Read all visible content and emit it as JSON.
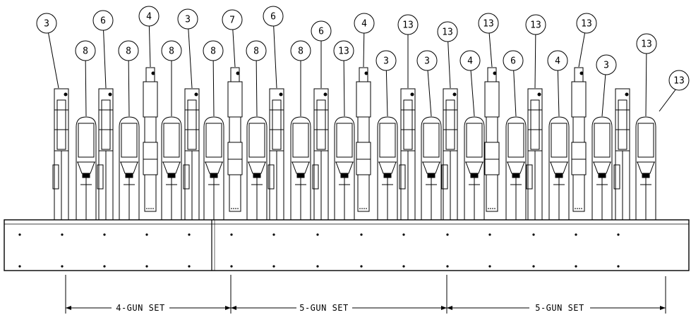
{
  "callouts": [
    "3",
    "6",
    "8",
    "8",
    "4",
    "3",
    "8",
    "7",
    "8",
    "6",
    "8",
    "6",
    "8",
    "4",
    "13",
    "3",
    "13",
    "3",
    "13",
    "4",
    "13",
    "6",
    "13",
    "4",
    "13",
    "3",
    "13"
  ],
  "dimensions": {
    "left_label": "4-GUN SET",
    "middle_label": "5-GUN SET",
    "right_label": "5-GUN SET"
  },
  "colors": {
    "line": "#000000",
    "background": "#ffffff"
  }
}
